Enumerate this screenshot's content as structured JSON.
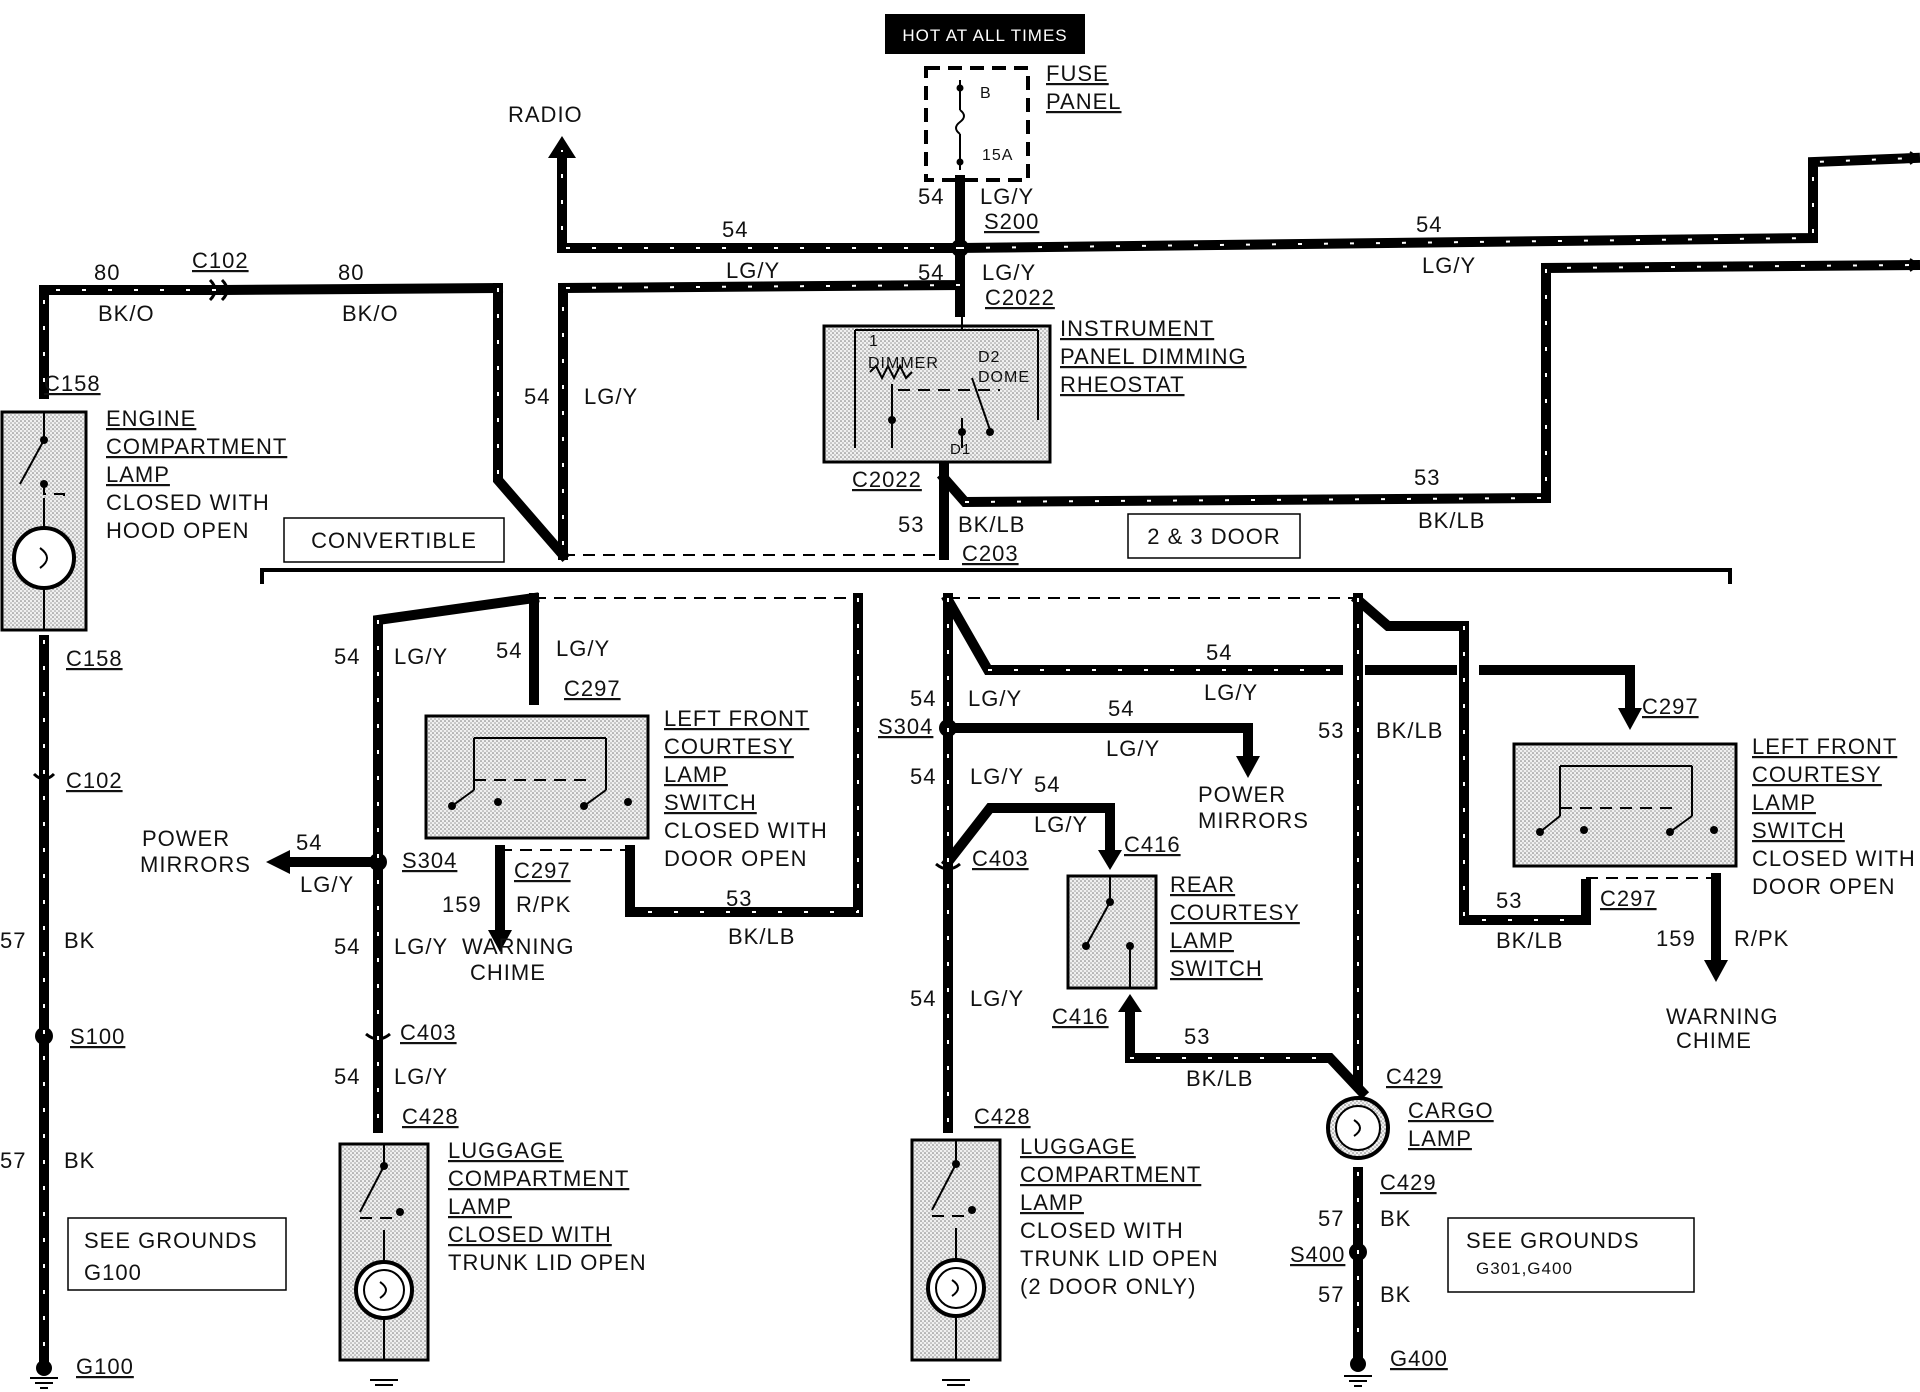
{
  "header": {
    "hot_label": "HOT AT ALL TIMES"
  },
  "fuse": {
    "title_1": "FUSE",
    "title_2": "PANEL",
    "pin": "B",
    "rating": "15A"
  },
  "labels": {
    "radio": "RADIO",
    "convertible": "CONVERTIBLE",
    "two_three_door": "2 & 3 DOOR",
    "power_mirrors_1": "POWER",
    "power_mirrors_2": "MIRRORS",
    "warning_1": "WARNING",
    "warning_2": "CHIME"
  },
  "wires": {
    "c54": "54",
    "lgy": "LG/Y",
    "c80": "80",
    "bko": "BK/O",
    "c53": "53",
    "bklb": "BK/LB",
    "c57": "57",
    "bk": "BK",
    "c159": "159",
    "rpk": "R/PK"
  },
  "connectors": {
    "s200": "S200",
    "c2022": "C2022",
    "c102": "C102",
    "c158": "C158",
    "c203": "C203",
    "c297": "C297",
    "s304": "S304",
    "c403": "C403",
    "c428": "C428",
    "s100": "S100",
    "g100": "G100",
    "c416": "C416",
    "c429": "C429",
    "s400": "S400",
    "g400": "G400"
  },
  "components": {
    "rheostat": {
      "l1": "INSTRUMENT",
      "l2": "PANEL DIMMING",
      "l3": "RHEOSTAT",
      "p1": "1",
      "dimmer": "DIMMER",
      "d2": "D2",
      "dome": "DOME",
      "d1": "D1"
    },
    "engine_lamp": {
      "l1": "ENGINE",
      "l2": "COMPARTMENT",
      "l3": "LAMP",
      "l4": "CLOSED WITH",
      "l5": "HOOD OPEN"
    },
    "lf_switch": {
      "l1": "LEFT FRONT",
      "l2": "COURTESY",
      "l3": "LAMP",
      "l4": "SWITCH",
      "l5": "CLOSED WITH",
      "l6": "DOOR OPEN"
    },
    "luggage_lamp": {
      "l1": "LUGGAGE",
      "l2": "COMPARTMENT",
      "l3": "LAMP",
      "l4": "CLOSED WITH",
      "l5": "TRUNK LID OPEN",
      "l6": "(2 DOOR ONLY)"
    },
    "rear_switch": {
      "l1": "REAR",
      "l2": "COURTESY",
      "l3": "LAMP",
      "l4": "SWITCH"
    },
    "cargo_lamp": {
      "l1": "CARGO",
      "l2": "LAMP"
    }
  },
  "grounds": {
    "see": "SEE GROUNDS",
    "g100": "G100",
    "g301_g400": "G301,G400"
  }
}
